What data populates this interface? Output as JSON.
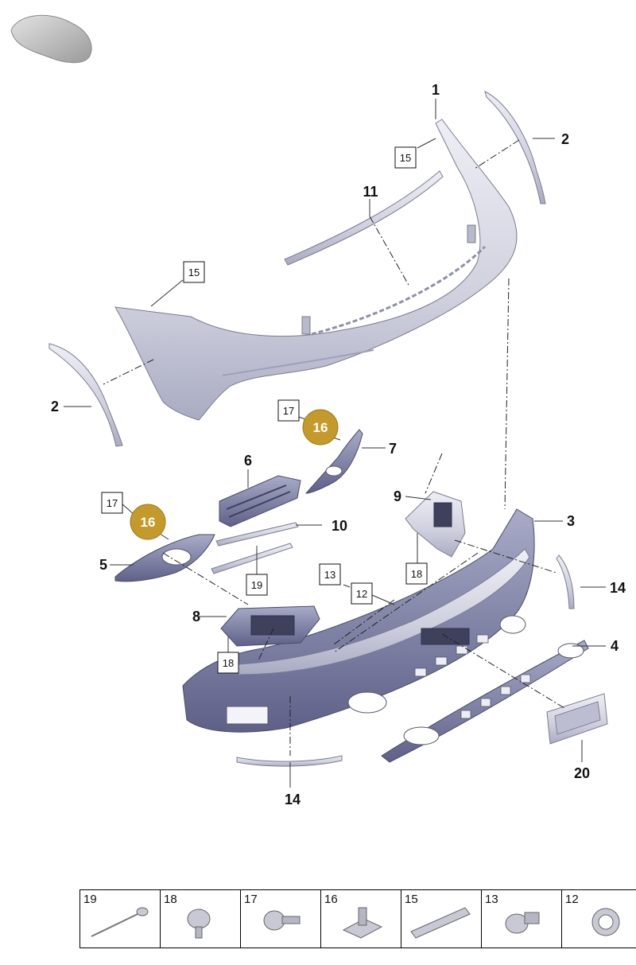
{
  "callouts": {
    "c1": "1",
    "c2a": "2",
    "c2b": "2",
    "c3": "3",
    "c4": "4",
    "c5": "5",
    "c6": "6",
    "c7": "7",
    "c8": "8",
    "c9": "9",
    "c10": "10",
    "c11": "11",
    "c14a": "14",
    "c14b": "14",
    "c20": "20"
  },
  "boxed_labels": {
    "b15a": "15",
    "b15b": "15",
    "b17a": "17",
    "b17b": "17",
    "b18a": "18",
    "b18b": "18",
    "b19": "19",
    "b13": "13",
    "b12": "12"
  },
  "badges": {
    "b16a": "16",
    "b16b": "16"
  },
  "colors": {
    "badge": "#c49a2b",
    "part_light": "#d6d7e2",
    "part_dark": "#6d6f95"
  },
  "legend": [
    {
      "number": "19",
      "icon": "rivet-icon"
    },
    {
      "number": "18",
      "icon": "expanding-clip-icon"
    },
    {
      "number": "17",
      "icon": "plastic-rivet-icon"
    },
    {
      "number": "16",
      "icon": "clip-nut-icon"
    },
    {
      "number": "15",
      "icon": "adhesive-strip-icon"
    },
    {
      "number": "13",
      "icon": "sensor-holder-icon"
    },
    {
      "number": "12",
      "icon": "ring-icon"
    }
  ]
}
